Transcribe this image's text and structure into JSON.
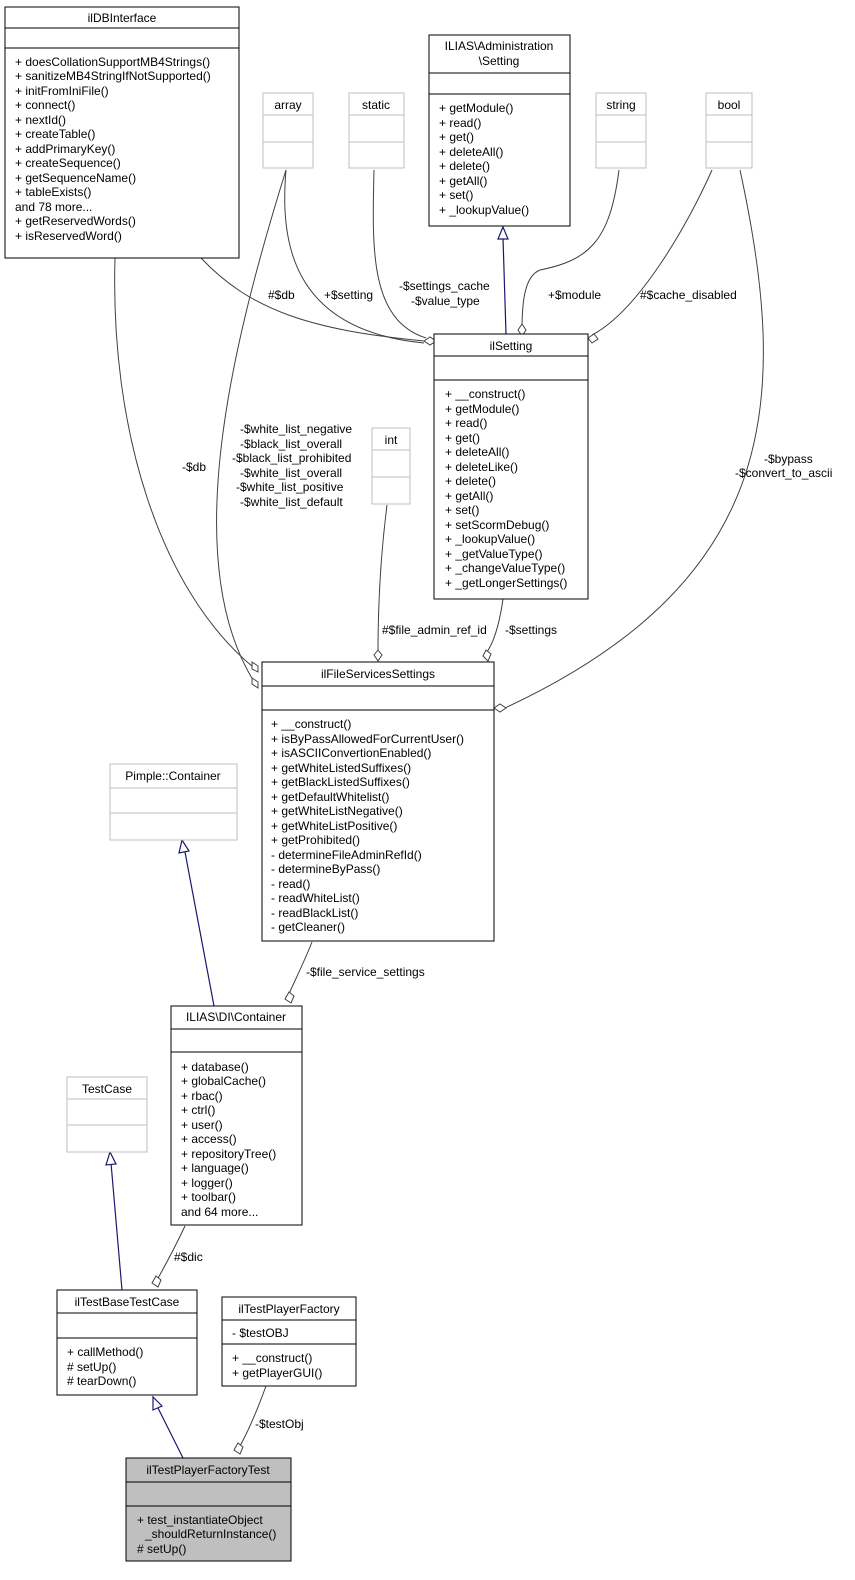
{
  "classes": {
    "ildb": {
      "name": "ilDBInterface",
      "attrs": [],
      "ops": [
        "+ doesCollationSupportMB4Strings()",
        "+ sanitizeMB4StringIfNotSupported()",
        "+ initFromIniFile()",
        "+ connect()",
        "+ nextId()",
        "+ createTable()",
        "+ addPrimaryKey()",
        "+ createSequence()",
        "+ getSequenceName()",
        "+ tableExists()",
        "and 78 more...",
        "+ getReservedWords()",
        "+ isReservedWord()"
      ]
    },
    "admin_setting": {
      "name": [
        "ILIAS\\Administration",
        "\\Setting"
      ],
      "attrs": [],
      "ops": [
        "+ getModule()",
        "+ read()",
        "+ get()",
        "+ deleteAll()",
        "+ delete()",
        "+ getAll()",
        "+ set()",
        "+ _lookupValue()"
      ]
    },
    "array": {
      "name": "array"
    },
    "static": {
      "name": "static"
    },
    "string": {
      "name": "string"
    },
    "bool": {
      "name": "bool"
    },
    "int": {
      "name": "int"
    },
    "ilsetting": {
      "name": "ilSetting",
      "attrs": [],
      "ops": [
        "+ __construct()",
        "+ getModule()",
        "+ read()",
        "+ get()",
        "+ deleteAll()",
        "+ deleteLike()",
        "+ delete()",
        "+ getAll()",
        "+ set()",
        "+ setScormDebug()",
        "+ _lookupValue()",
        "+ _getValueType()",
        "+ _changeValueType()",
        "+ _getLongerSettings()"
      ]
    },
    "filesvc": {
      "name": "ilFileServicesSettings",
      "attrs": [],
      "ops": [
        "+ __construct()",
        "+ isByPassAllowedForCurrentUser()",
        "+ isASCIIConvertionEnabled()",
        "+ getWhiteListedSuffixes()",
        "+ getBlackListedSuffixes()",
        "+ getDefaultWhitelist()",
        "+ getWhiteListNegative()",
        "+ getWhiteListPositive()",
        "+ getProhibited()",
        "- determineFileAdminRefId()",
        "- determineByPass()",
        "- read()",
        "- readWhiteList()",
        "- readBlackList()",
        "- getCleaner()"
      ]
    },
    "pimple": {
      "name": "Pimple::Container"
    },
    "dicontainer": {
      "name": "ILIAS\\DI\\Container",
      "attrs": [],
      "ops": [
        "+ database()",
        "+ globalCache()",
        "+ rbac()",
        "+ ctrl()",
        "+ user()",
        "+ access()",
        "+ repositoryTree()",
        "+ language()",
        "+ logger()",
        "+ toolbar()",
        "and 64 more..."
      ]
    },
    "testcase": {
      "name": "TestCase"
    },
    "basetest": {
      "name": "ilTestBaseTestCase",
      "attrs": [],
      "ops": [
        "+ callMethod()",
        "# setUp()",
        "# tearDown()"
      ]
    },
    "factory": {
      "name": "ilTestPlayerFactory",
      "attrs": [
        "- $testOBJ"
      ],
      "ops": [
        "+ __construct()",
        "+ getPlayerGUI()"
      ]
    },
    "factorytest": {
      "name": "ilTestPlayerFactoryTest",
      "attrs": [],
      "ops": [
        "+ test_instantiateObject",
        "_shouldReturnInstance()",
        "# setUp()"
      ]
    }
  },
  "edge_labels": {
    "db_setting": "#$db",
    "setting_array": "+$setting",
    "settings_cache": [
      "-$settings_cache",
      "-$value_type"
    ],
    "module": "+$module",
    "cache_disabled": "#$cache_disabled",
    "db_file": "-$db",
    "lists": [
      "-$white_list_negative",
      "-$black_list_overall",
      "-$black_list_prohibited",
      "-$white_list_overall",
      "-$white_list_positive",
      "-$white_list_default"
    ],
    "file_admin": "#$file_admin_ref_id",
    "settings": "-$settings",
    "bypass": [
      "-$bypass",
      "-$convert_to_ascii"
    ],
    "file_service": "-$file_service_settings",
    "dic": "#$dic",
    "testobj": "-$testObj"
  }
}
